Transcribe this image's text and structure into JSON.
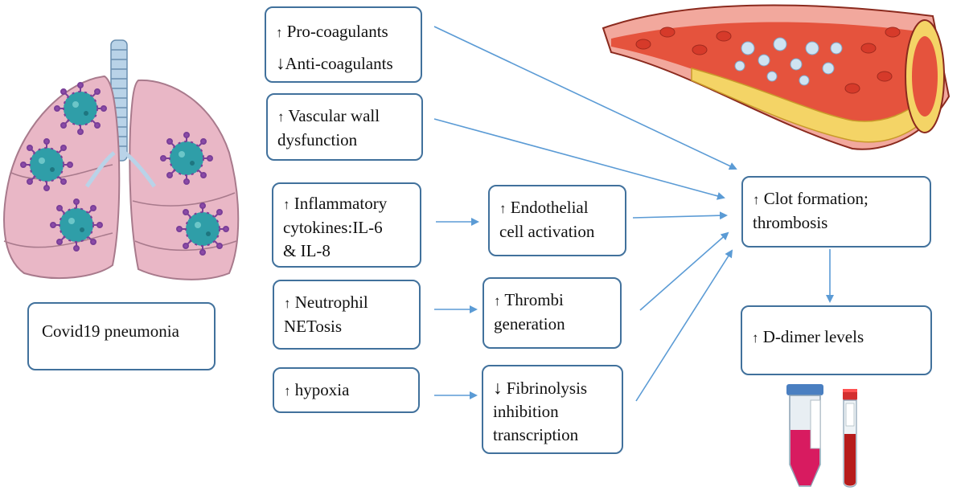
{
  "colors": {
    "box_border": "#41719c",
    "arrow": "#5b9bd5",
    "lung": "#e9b7c6",
    "virus": "#2f9ea8",
    "vessel": "#e5533d",
    "plaque": "#f4d466"
  },
  "images": {
    "lungs": "lungs-with-virus-illustration",
    "vessel": "blood-vessel-clot-illustration",
    "tubes": "blood-sample-tubes-illustration"
  },
  "boxes": {
    "covid": {
      "lines": [
        "Covid19 pneumonia"
      ]
    },
    "procoag": {
      "arrow1": "↑",
      "line1": "Pro-coagulants",
      "arrow2": "↓",
      "line2": "Anti-coagulants"
    },
    "vascular": {
      "arrow": "↑",
      "line1": "Vascular wall",
      "line2": "dysfunction"
    },
    "cytokines": {
      "arrow": "↑",
      "line1": "Inflammatory",
      "line2": "cytokines:IL-6",
      "line3": "& IL-8"
    },
    "neutrophil": {
      "arrow": "↑",
      "line1": "Neutrophil",
      "line2": "NETosis"
    },
    "hypoxia": {
      "arrow": "↑",
      "line1": "hypoxia"
    },
    "endothelial": {
      "arrow": "↑",
      "line1": "Endothelial",
      "line2": "cell activation"
    },
    "thrombi": {
      "arrow": "↑",
      "line1": "Thrombi",
      "line2": "generation"
    },
    "fibrinolysis": {
      "arrow": "↓",
      "line1": "Fibrinolysis",
      "line2": "inhibition",
      "line3": "transcription"
    },
    "clot": {
      "arrow": "↑",
      "line1": "Clot formation;",
      "line2": "thrombosis"
    },
    "ddimer": {
      "arrow": "↑",
      "line1": "D-dimer levels"
    }
  }
}
